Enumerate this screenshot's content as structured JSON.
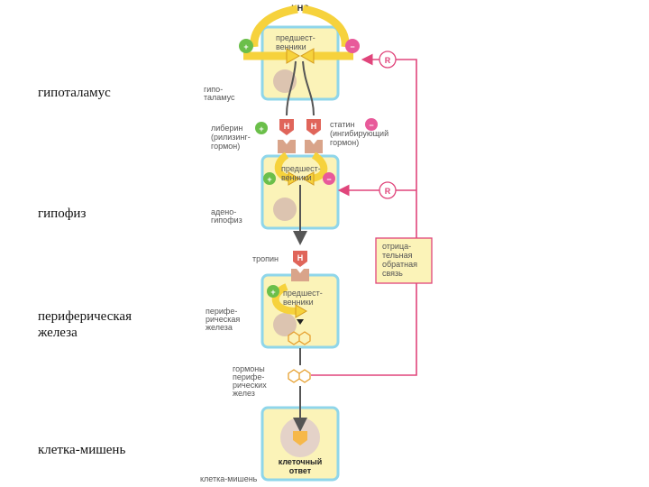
{
  "side_labels": {
    "hypothalamus": "гипоталамус",
    "pituitary": "гипофиз",
    "peripheral_gland_line1": "периферическая",
    "peripheral_gland_line2": "железа",
    "target_cell": "клетка-мишень"
  },
  "diagram": {
    "cns": "ЦНС",
    "precursors_1": [
      "предшест-",
      "венники"
    ],
    "precursors_2": [
      "предшест-",
      "венники"
    ],
    "precursors_3": [
      "предшест-",
      "венники"
    ],
    "hypothalamus_label": [
      "гипо-",
      "таламус"
    ],
    "liberin_label": [
      "либерин",
      "(рилизинг-",
      "гормон)"
    ],
    "statin_label": [
      "статин",
      "(ингибирующий",
      "гормон)"
    ],
    "adenohypophysis_label": [
      "адено-",
      "гипофиз"
    ],
    "tropin_label": "тропин",
    "peripheral_gland_label": [
      "перифе-",
      "рическая",
      "железа"
    ],
    "peripheral_hormone_label": [
      "гормоны",
      "перифе-",
      "рических",
      "желез"
    ],
    "cell_response": [
      "клеточный",
      "ответ"
    ],
    "target_cell_label": "клетка-мишень",
    "feedback_label": [
      "отрица-",
      "тельная",
      "обратная",
      "связь"
    ],
    "receptor_letter": "R",
    "hormone_letter": "H",
    "plus_sign": "+",
    "minus_sign": "−"
  },
  "colors": {
    "panel_fill": "#fbf3b8",
    "panel_border": "#8fd6ea",
    "arrow_yellow": "#f6d23c",
    "arrow_yellow_edge": "#d49a1c",
    "feedback_line": "#e0457b",
    "plus_circle": "#6bbf4a",
    "minus_circle": "#e85a9a",
    "hormone_red": "#e0655a",
    "receptor_tan": "#d9a48a",
    "nucleus": "#dcc4b0"
  }
}
